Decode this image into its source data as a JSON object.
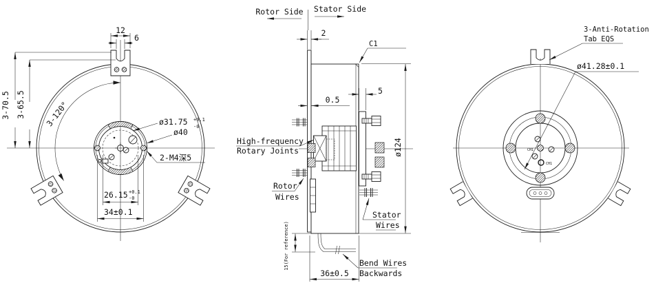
{
  "left": {
    "dim12": "12",
    "dim6": "6",
    "r705": "3-70.5",
    "r655": "3-65.5",
    "angle": "3-120°",
    "bore": "ø31.75",
    "bore_sup": "+0.1",
    "bore_sub": "-0",
    "d40": "ø40",
    "m4": "2-M4深5",
    "s2615": "26.15",
    "s2615_sup": "+0.1",
    "s2615_sub": "-0",
    "s34": "34±0.1"
  },
  "mid": {
    "rotor_side": "Rotor Side",
    "stator_side": "Stator Side",
    "t2": "2",
    "c1": "C1",
    "g05": "0.5",
    "f5": "5",
    "d124": "ø124",
    "hf1": "High-frequency",
    "hf2": "Rotary Joints",
    "rw1": "Rotor",
    "rw2": "Wires",
    "sw1": "Stator",
    "sw2": "Wires",
    "len36": "36±0.5",
    "ref15": "15(For reference)",
    "bend1": "Bend Wires",
    "bend2": "Backwards"
  },
  "right": {
    "ar1": "3-Anti-Rotation",
    "ar2": "Tab EQS",
    "bc": "ø41.28±0.1",
    "ch1": "CH1",
    "ch1_center": "CH1"
  }
}
